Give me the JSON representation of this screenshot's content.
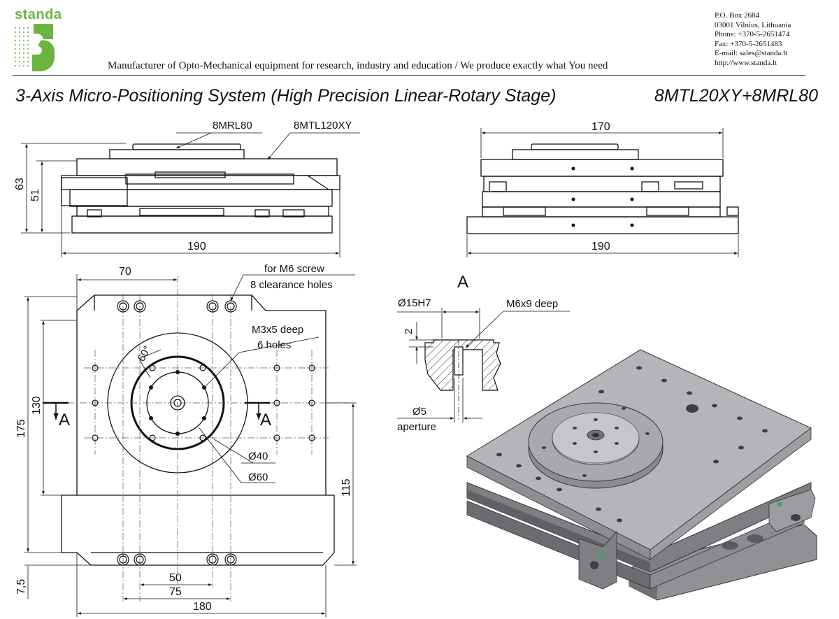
{
  "company": {
    "logo_text": "standa",
    "tagline": "Manufacturer of Opto-Mechanical equipment for research, industry and education / We produce exactly what You need",
    "contact": [
      "P.O. Box 2684",
      "03001 Vilnius, Lithuania",
      "Phone: +370-5-2651474",
      "Fax: +370-5-2651483",
      "E-mail: sales@standa.lt",
      "http://www.standa.lt"
    ],
    "brand_color": "#6db33f"
  },
  "title": "3-Axis Micro-Positioning System (High Precision Linear-Rotary Stage)",
  "model": "8MTL20XY+8MRL80",
  "side_view": {
    "label_rotary": "8MRL80",
    "label_linear": "8MTL120XY",
    "dim_63": "63",
    "dim_51": "51",
    "dim_190": "190"
  },
  "front_view": {
    "dim_170": "170",
    "dim_190": "190"
  },
  "top_view": {
    "dim_70": "70",
    "note_screw": "for M6 screw",
    "note_holes": "8 clearance holes",
    "note_m3": "M3x5 deep",
    "note_6holes": "6 holes",
    "angle": "60°",
    "dia_40": "Ø40",
    "dia_60": "Ø60",
    "dim_130": "130",
    "dim_175": "175",
    "dim_115": "115",
    "dim_7_5": "7,5",
    "dim_50": "50",
    "dim_75": "75",
    "dim_180": "180",
    "section_left": "A",
    "section_right": "A"
  },
  "section_view": {
    "title": "A",
    "dia_15h7": "Ø15H7",
    "m6": "M6x9 deep",
    "dim_2": "2",
    "dia_5": "Ø5",
    "aperture": "aperture"
  }
}
